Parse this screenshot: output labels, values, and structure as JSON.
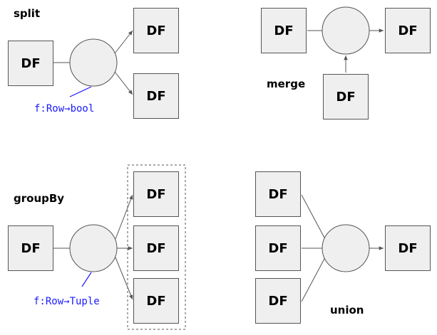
{
  "labels": {
    "split": "split",
    "merge": "merge",
    "groupBy": "groupBy",
    "union": "union"
  },
  "functions": {
    "split_fn": "f:Row→bool",
    "groupby_fn": "f:Row→Tuple"
  },
  "box_label": "DF",
  "colors": {
    "box_fill": "#efefef",
    "stroke": "#555555",
    "fn_text": "#1a1aff"
  }
}
